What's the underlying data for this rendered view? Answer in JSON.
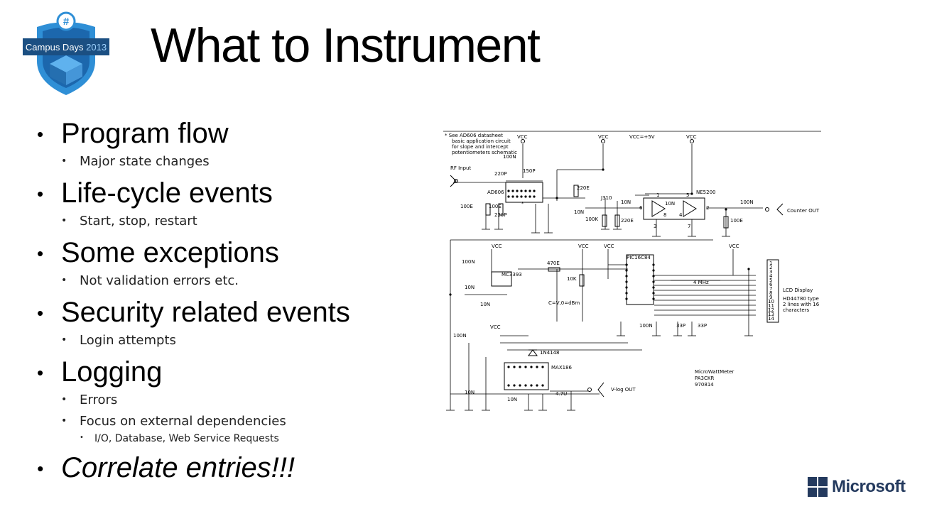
{
  "badge": {
    "hash": "#",
    "text_a": "Campus Days",
    "text_b": "2013",
    "color_light": "#2f8fd6",
    "color_dark": "#1c67ad",
    "ribbon": "#1b4f82"
  },
  "title": "What to Instrument",
  "bullets": {
    "b1": {
      "text": "Program flow",
      "sub1": "Major state changes"
    },
    "b2": {
      "text": "Life-cycle events",
      "sub1": "Start, stop, restart"
    },
    "b3": {
      "text": "Some exceptions",
      "sub1": "Not validation errors etc."
    },
    "b4": {
      "text": "Security related events",
      "sub1": "Login attempts"
    },
    "b5": {
      "text": "Logging",
      "sub1": "Errors",
      "sub2": "Focus on external dependencies",
      "sub2_child": "I/O, Database, Web Service Requests"
    },
    "b6": {
      "text": "Correlate entries!!!"
    }
  },
  "schematic": {
    "note": [
      "* See AD606 datasheet",
      "basic application circuit",
      "for slope and intercept",
      "potentiometers schematic"
    ],
    "vcc": "VCC",
    "vcc_5v": "VCC=+5V",
    "rf_input": "RF Input",
    "ad606": "AD606",
    "ne5200": "NE5200",
    "j310": "J310",
    "mc3393": "MC3393",
    "pic": "PIC16C84",
    "max186": "MAX186",
    "diode": "1N4148",
    "mhz": "4 MHz",
    "lcd": [
      "LCD Display",
      "HD44780 type",
      "2 lines with 16",
      "characters"
    ],
    "counter_out": "Counter OUT",
    "vlog_out": "V-log OUT",
    "dbm": "C=V,0=dBm",
    "credit": [
      "MicroWattMeter",
      "PA3CKR",
      "970814"
    ],
    "parts": {
      "c100n": "100N",
      "c150p": "150P",
      "c220p": "220P",
      "r100e": "100E",
      "r220e": "220E",
      "c10n": "10N",
      "r100k": "100K",
      "r470e": "470E",
      "r10k": "10K",
      "c33p": "33P",
      "c4u7": "4.7U",
      "pin1": "1",
      "pin2": "2",
      "pin3": "3",
      "pin4": "4",
      "pin5": "5",
      "pin6": "6",
      "pin7": "7",
      "pin8": "8",
      "star": "*"
    },
    "lcd_pins": [
      "1",
      "2",
      "3",
      "4",
      "5",
      "6",
      "7",
      "8",
      "9",
      "10",
      "11",
      "12",
      "13",
      "14"
    ]
  },
  "footer": {
    "logo_text": "Microsoft",
    "logo_color": "#243a5e"
  }
}
